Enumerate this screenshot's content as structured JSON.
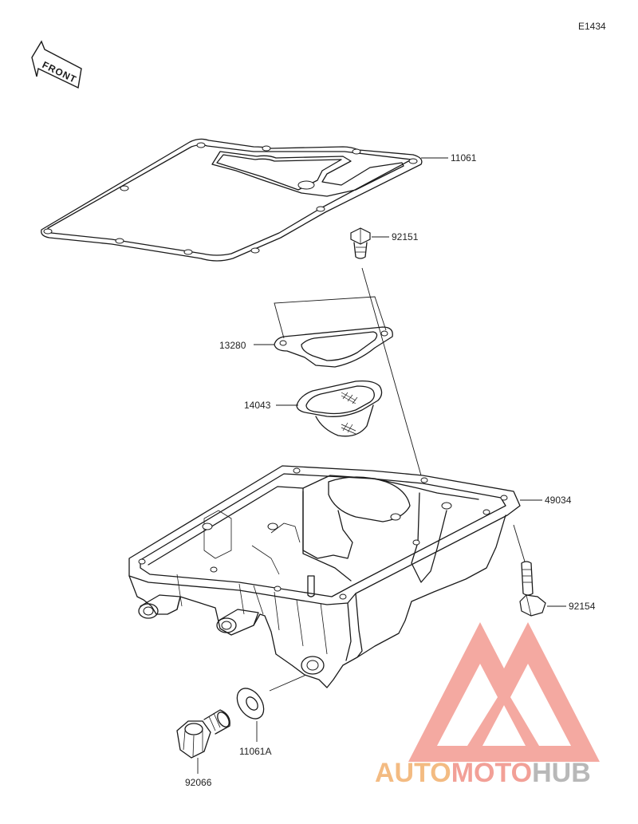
{
  "diagram_code": "E1434",
  "front_label": "FRONT",
  "parts": [
    {
      "id": "gasket_top",
      "number": "11061"
    },
    {
      "id": "bolt_upper",
      "number": "92151"
    },
    {
      "id": "gasket_strainer",
      "number": "13280"
    },
    {
      "id": "strainer",
      "number": "14043"
    },
    {
      "id": "oil_pan",
      "number": "49034"
    },
    {
      "id": "bolt_pan",
      "number": "92154"
    },
    {
      "id": "washer",
      "number": "11061A"
    },
    {
      "id": "drain_plug",
      "number": "92066"
    }
  ],
  "watermark": {
    "text_auto": "AUTO",
    "text_moto": "MOTO",
    "text_hub": "HUB",
    "colors": {
      "triangle": "#f29b92",
      "auto": "#f3b87c",
      "moto": "#f29b92",
      "hub": "#b8b8b8"
    }
  }
}
